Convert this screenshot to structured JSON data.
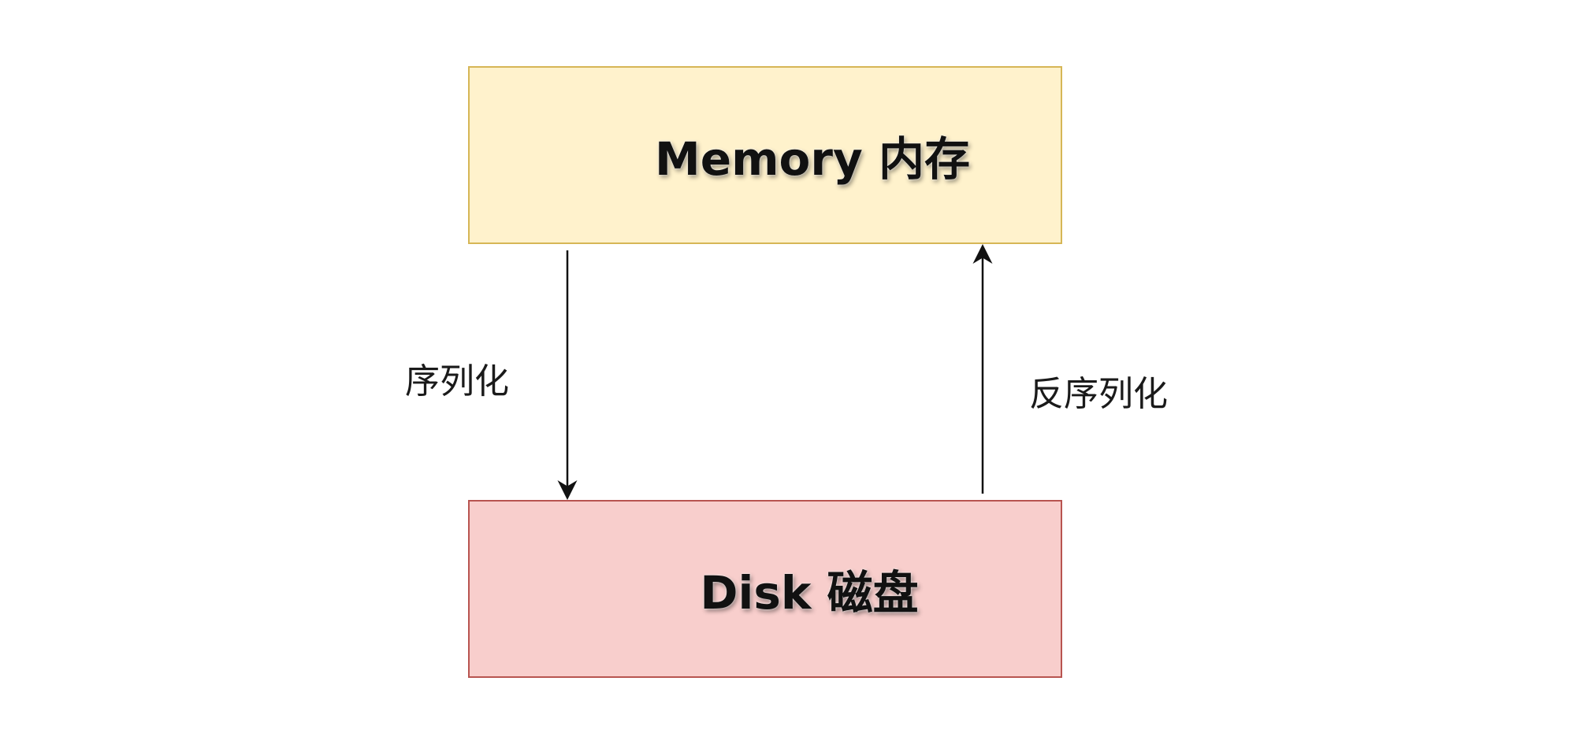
{
  "nodes": {
    "memory": {
      "label": "Memory 内存",
      "fill": "#fff2cc",
      "stroke": "#d6b656"
    },
    "disk": {
      "label": "Disk 磁盘",
      "fill": "#f8cecc",
      "stroke": "#b85450"
    }
  },
  "edges": {
    "serialize": {
      "label": "序列化",
      "from": "memory",
      "to": "disk"
    },
    "deserialize": {
      "label": "反序列化",
      "from": "disk",
      "to": "memory"
    }
  }
}
